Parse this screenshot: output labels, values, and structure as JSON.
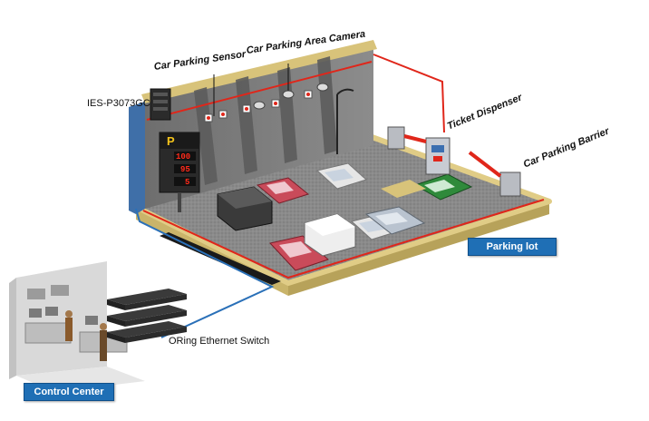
{
  "labels": {
    "ies": "IES-P3073GC",
    "sensor": "Car Parking Sensor",
    "camera": "Car Parking Area Camera",
    "ticket": "Ticket Dispenser",
    "barrier": "Car Parking Barrier",
    "parking_lot": "Parking lot",
    "oring": "ORing Ethernet Switch",
    "control_center": "Control Center"
  },
  "sign": {
    "letter": "P",
    "values": [
      "100",
      "95",
      "5"
    ]
  },
  "colors": {
    "accent_blue": "#1f6fb5",
    "cable_red": "#e0261a",
    "floor_edge": "#d8c37a",
    "cable_blue": "#2a70b8"
  }
}
